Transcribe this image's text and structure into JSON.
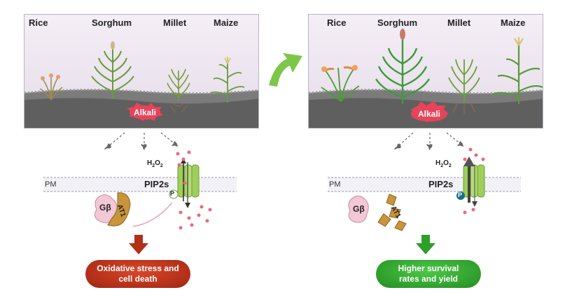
{
  "left_panel": {
    "crops": [
      "Rice",
      "Sorghum",
      "Millet",
      "Maize"
    ],
    "stress_label": "Alkali"
  },
  "right_panel": {
    "crops": [
      "Rice",
      "Sorghum",
      "Millet",
      "Maize"
    ],
    "stress_label": "Alkali"
  },
  "membrane": {
    "pm_label": "PM",
    "channel_label": "PIP2s",
    "h2o2_label": "H",
    "h2o2_sub1": "2",
    "h2o2_mid": "O",
    "h2o2_sub2": "2",
    "phospho_label": "P"
  },
  "proteins": {
    "gbeta_label": "Gβ",
    "at1_label": "AT1"
  },
  "outcomes": {
    "left": "Oxidative stress and cell death",
    "right": "Higher survival rates and yield"
  },
  "colors": {
    "negative": "#b22f19",
    "positive": "#2f9f2c",
    "alkali": "#e8435a",
    "channel": "#9fcf5a",
    "ros_dot": "#e86a7a"
  }
}
